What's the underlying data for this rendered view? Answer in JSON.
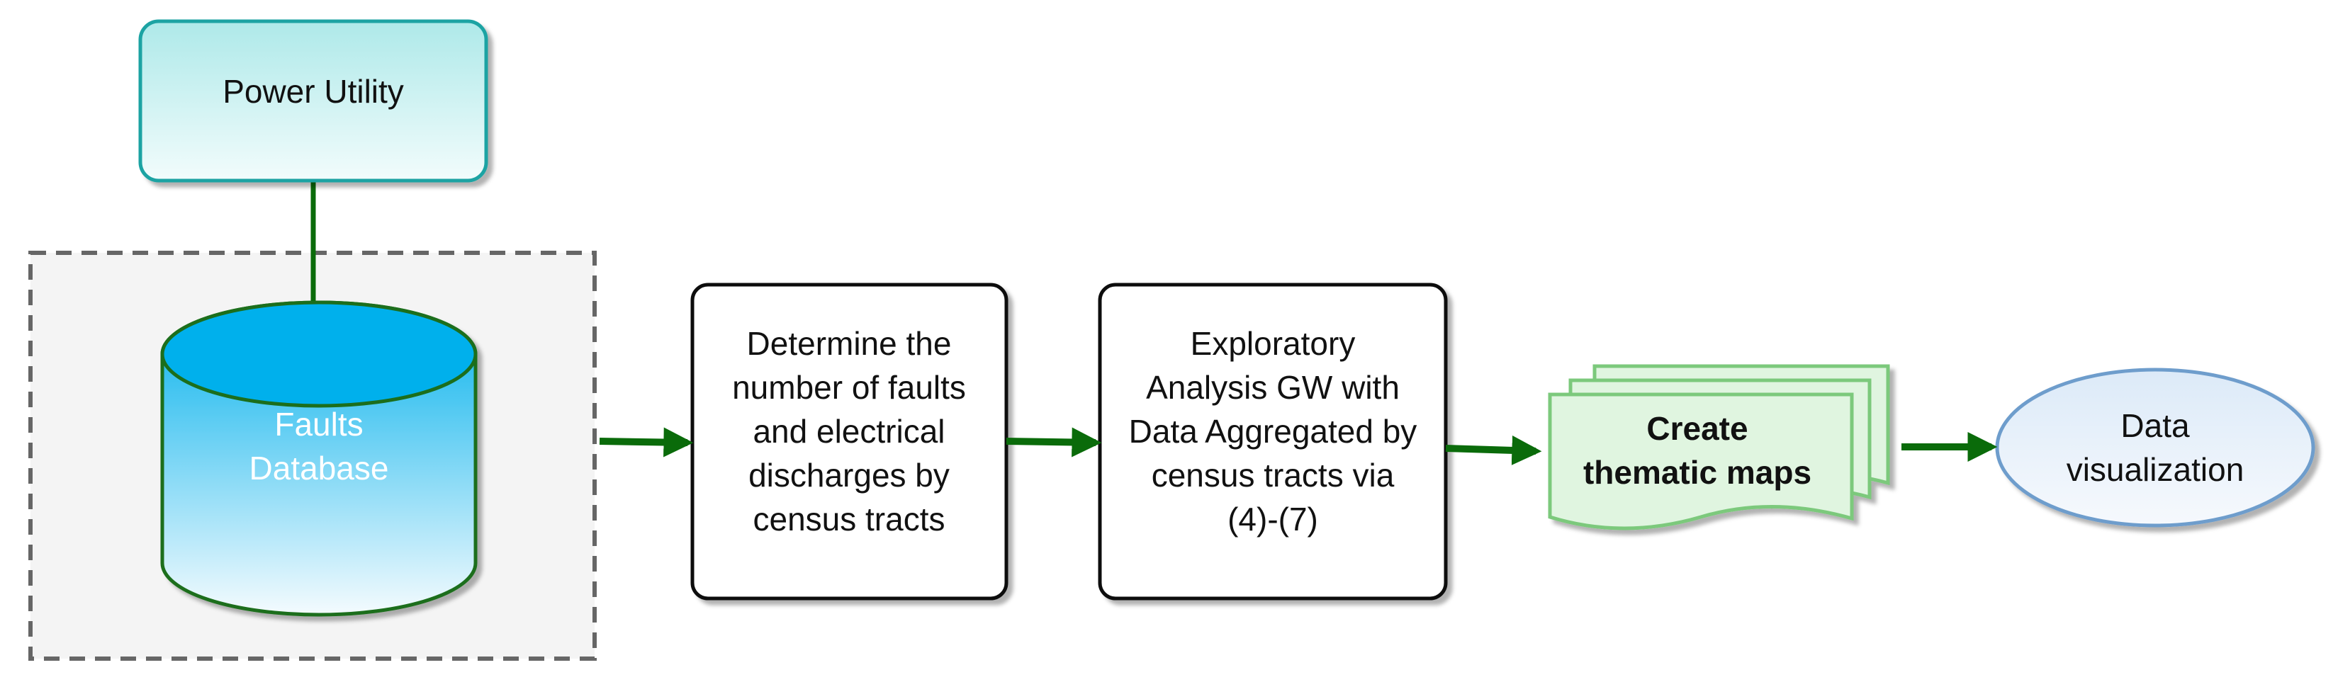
{
  "colors": {
    "connector": "#0a6b0a",
    "utility_fill_top": "#aee9e9",
    "utility_fill_bottom": "#f2fcfc",
    "utility_stroke": "#1aa3a3",
    "cylinder_fill_top": "#00b0ec",
    "cylinder_fill_bottom": "#f4fbfe",
    "cylinder_stroke": "#1a6e1a",
    "group_fill": "#f4f4f4",
    "group_stroke": "#666666",
    "process_fill": "#ffffff",
    "process_stroke": "#111111",
    "doc_fill": "#e0f5e0",
    "doc_stroke": "#7cc97c",
    "terminal_fill_top": "#dceaf8",
    "terminal_fill_bottom": "#f6f9fd",
    "terminal_stroke": "#6e9dcc"
  },
  "nodes": {
    "power_utility": {
      "lines": [
        "Power Utility"
      ]
    },
    "faults_database": {
      "lines": [
        "Faults",
        "Database"
      ]
    },
    "determine_faults": {
      "lines": [
        "Determine the",
        "number of faults",
        "and electrical",
        "discharges by",
        "census tracts"
      ]
    },
    "exploratory_analysis": {
      "lines": [
        "Exploratory",
        "Analysis GW with",
        "Data Aggregated by",
        "census tracts via",
        "(4)-(7)"
      ]
    },
    "thematic_maps": {
      "lines": [
        "Create",
        "thematic maps"
      ]
    },
    "data_visualization": {
      "lines": [
        "Data",
        "visualization"
      ]
    }
  }
}
